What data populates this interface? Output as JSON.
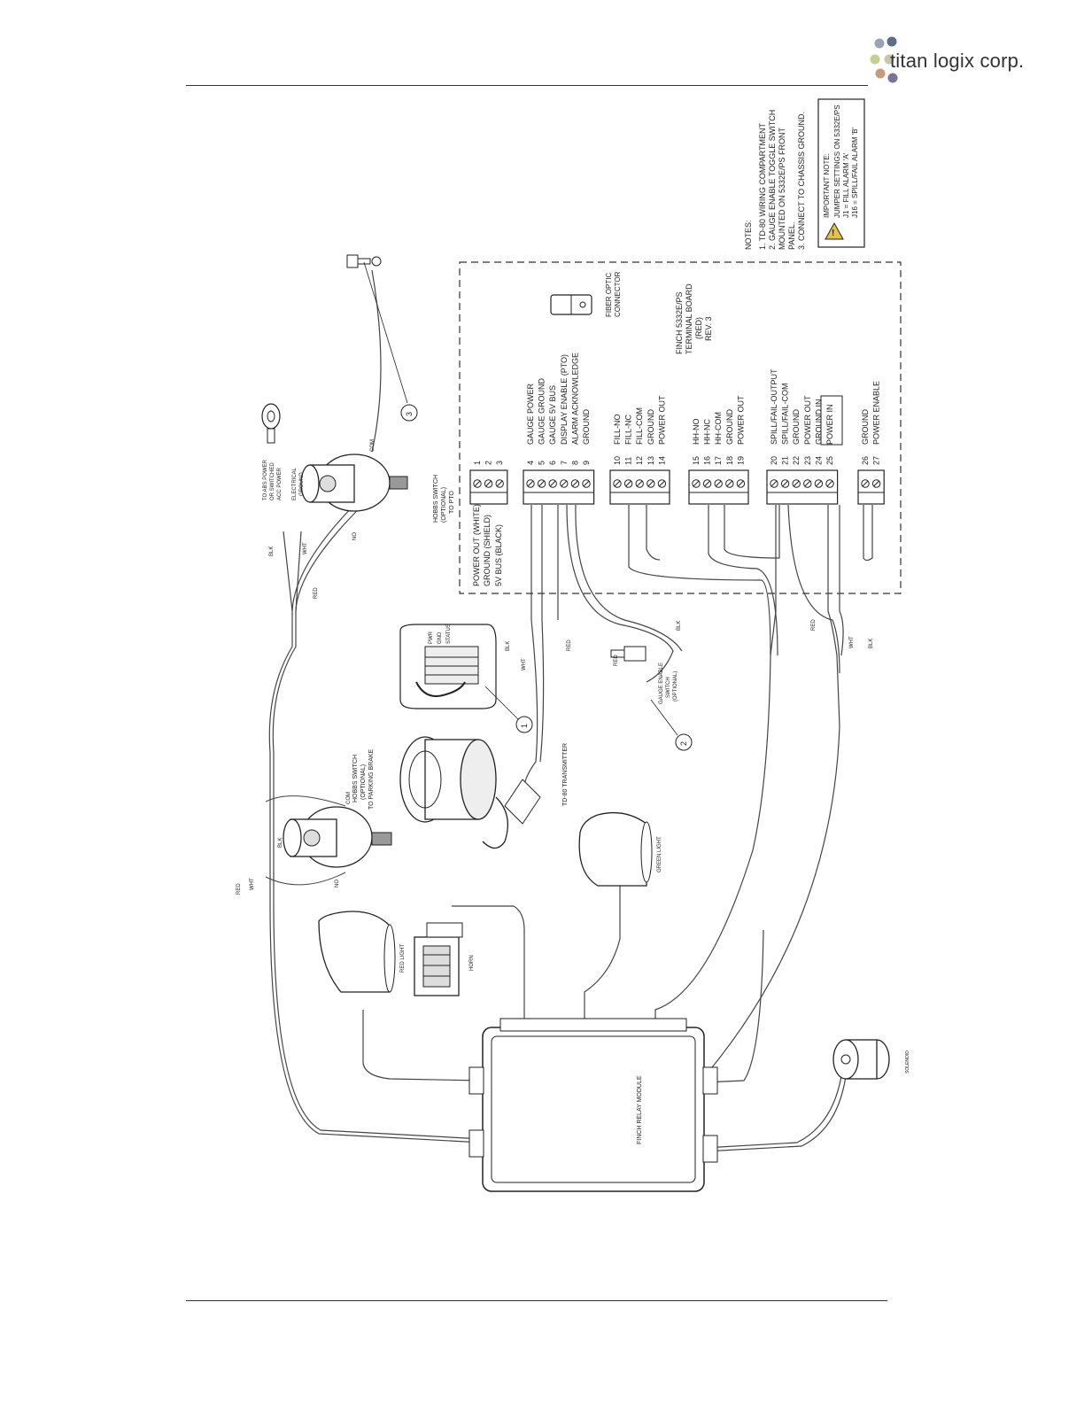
{
  "brand": {
    "name": "titan logix corp.",
    "dot_colors": [
      "#9aa3b5",
      "#5e6f85",
      "#c7cf93",
      "#8c6d9c",
      "#c89a7d",
      "#7a7494"
    ]
  },
  "notes": {
    "heading": "NOTES:",
    "items": [
      "1. TD-80 WIRING COMPARTMENT",
      "2. GAUGE ENABLE TOGGLE SWITCH",
      "MOUNTED ON 5332E/PS FRONT",
      "PANEL.",
      "3. CONNECT TO CHASSIS GROUND."
    ],
    "important": {
      "heading": "IMPORTANT NOTE:",
      "lines": [
        "JUMPER SETTINGS ON 5332E/PS",
        "J1 = FILL ALARM 'A'",
        "J16 = SPILL/FAIL ALARM 'B'"
      ]
    }
  },
  "board": {
    "title_lines": [
      "FINCH 5332E/PS",
      "TERMINAL BOARD",
      "(RED)",
      "REV. 3"
    ],
    "connector_label": [
      "FIBER OPTIC",
      "CONNECTOR"
    ],
    "left_labels": [
      "POWER OUT (WHITE)",
      "GROUND (SHIELD)",
      "5V BUS (BLACK)"
    ],
    "terminal_groups": [
      {
        "terminals": [
          {
            "num": "1",
            "label": ""
          },
          {
            "num": "2",
            "label": ""
          },
          {
            "num": "3",
            "label": ""
          }
        ]
      },
      {
        "terminals": [
          {
            "num": "4",
            "label": "GAUGE POWER"
          },
          {
            "num": "5",
            "label": "GAUGE GROUND"
          },
          {
            "num": "6",
            "label": "GAUGE 5V BUS"
          },
          {
            "num": "7",
            "label": "DISPLAY ENABLE (PTO)"
          },
          {
            "num": "8",
            "label": "ALARM ACKNOWLEDGE"
          },
          {
            "num": "9",
            "label": "GROUND"
          }
        ]
      },
      {
        "terminals": [
          {
            "num": "10",
            "label": "FILL-NO"
          },
          {
            "num": "11",
            "label": "FILL-NC"
          },
          {
            "num": "12",
            "label": "FILL-COM"
          },
          {
            "num": "13",
            "label": "GROUND"
          },
          {
            "num": "14",
            "label": "POWER OUT"
          }
        ]
      },
      {
        "terminals": [
          {
            "num": "15",
            "label": "HH-NO"
          },
          {
            "num": "16",
            "label": "HH-NC"
          },
          {
            "num": "17",
            "label": "HH-COM"
          },
          {
            "num": "18",
            "label": "GROUND"
          },
          {
            "num": "19",
            "label": "POWER OUT"
          }
        ]
      },
      {
        "terminals": [
          {
            "num": "20",
            "label": "SPILL/FAIL-OUTPUT"
          },
          {
            "num": "21",
            "label": "SPILL/FAIL-COM"
          },
          {
            "num": "22",
            "label": "GROUND"
          },
          {
            "num": "23",
            "label": "POWER OUT"
          },
          {
            "num": "24",
            "label": "GROUND IN"
          },
          {
            "num": "25",
            "label": "POWER IN"
          }
        ]
      },
      {
        "terminals": [
          {
            "num": "26",
            "label": "GROUND"
          },
          {
            "num": "27",
            "label": "POWER ENABLE"
          }
        ]
      }
    ]
  },
  "components": {
    "hobbs_pto": [
      "HOBBS SWITCH",
      "(OPTIONAL)",
      "TO PTO"
    ],
    "hobbs_brake": [
      "HOBBS SWITCH",
      "(OPTIONAL)",
      "TO PARKING BRAKE"
    ],
    "power_labels": [
      "TO ABS POWER",
      "OR SWITCHED",
      "ACC POWER"
    ],
    "electrical_ground": [
      "ELECTRICAL",
      "GROUND"
    ],
    "transmitter": "TD-80 TRANSMITTER",
    "gauge_switch": [
      "GAUGE ENABLE",
      "SWITCH",
      "(OPTIONAL)"
    ],
    "transmitter_terminals": [
      "PWR",
      "GND",
      "STATUS"
    ],
    "red_light": "RED LIGHT",
    "green_light": "GREEN LIGHT",
    "horn": "HORN",
    "relay_module": "FINCH RELAY MODULE",
    "solenoid": "SOLENOID",
    "callouts": [
      "1",
      "2",
      "3"
    ],
    "wire_colors": {
      "black": "BLK",
      "white": "WHT",
      "red": "RED",
      "com": "COM",
      "no": "NO"
    }
  }
}
